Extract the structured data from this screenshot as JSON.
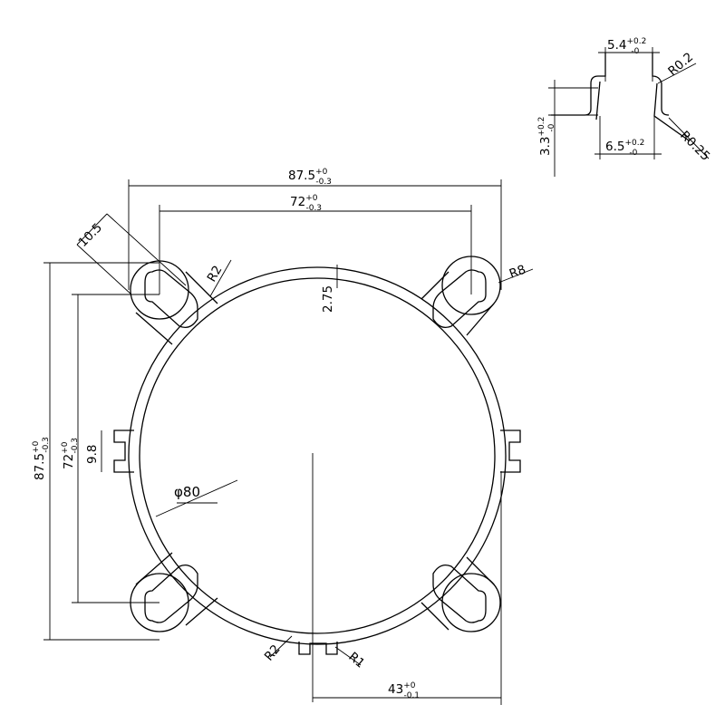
{
  "title": "",
  "drawing": {
    "dimensions": {
      "overall_width": {
        "value": "87.5",
        "upper": "+0",
        "lower": "-0.3"
      },
      "hole_spacing_width": {
        "value": "72",
        "upper": "+0",
        "lower": "-0.3"
      },
      "overall_height": {
        "value": "87.5",
        "upper": "+0",
        "lower": "-0.3"
      },
      "hole_spacing_height": {
        "value": "72",
        "upper": "+0",
        "lower": "-0.3"
      },
      "half_width": {
        "value": "43",
        "upper": "+0",
        "lower": "-0.1"
      },
      "lug_width": "10.5",
      "wall_thickness": "2.75",
      "slot_height": "9.8",
      "bore_diameter": "φ80",
      "fillet_top": "R2",
      "lug_outer_radius": "R8",
      "fillet_bottom": "R2",
      "slot_radius": "R1"
    },
    "slot_detail": {
      "opening": {
        "value": "5.4",
        "upper": "+0.2",
        "lower": "-0"
      },
      "base": {
        "value": "6.5",
        "upper": "+0.2",
        "lower": "-0"
      },
      "depth": {
        "value": "3.3",
        "upper": "+0.2",
        "lower": "-0"
      },
      "lip_radius": "R0.2",
      "corner_radius": "R0.25"
    }
  }
}
